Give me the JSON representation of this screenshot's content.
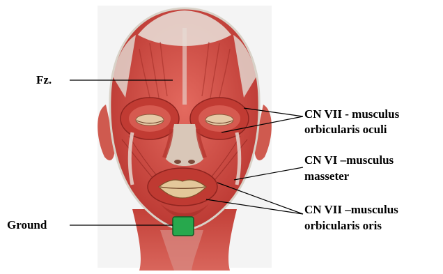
{
  "labels": {
    "fz": "Fz.",
    "ground": "Ground",
    "orbicularis_oculi": [
      "CN VII -  musculus",
      "orbicularis oculi"
    ],
    "masseter": [
      "CN VI –musculus",
      "masseter"
    ],
    "orbicularis_oris": [
      "CN VII –musculus",
      "orbicularis oris"
    ]
  },
  "colors": {
    "muscle": "#c9423a",
    "muscle_dark": "#9e2a25",
    "tendon": "#e8e4de",
    "electrode": "#27a84d",
    "line": "#000000"
  },
  "figure": {
    "image": "anatomical illustration of facial muscles (front view)"
  }
}
